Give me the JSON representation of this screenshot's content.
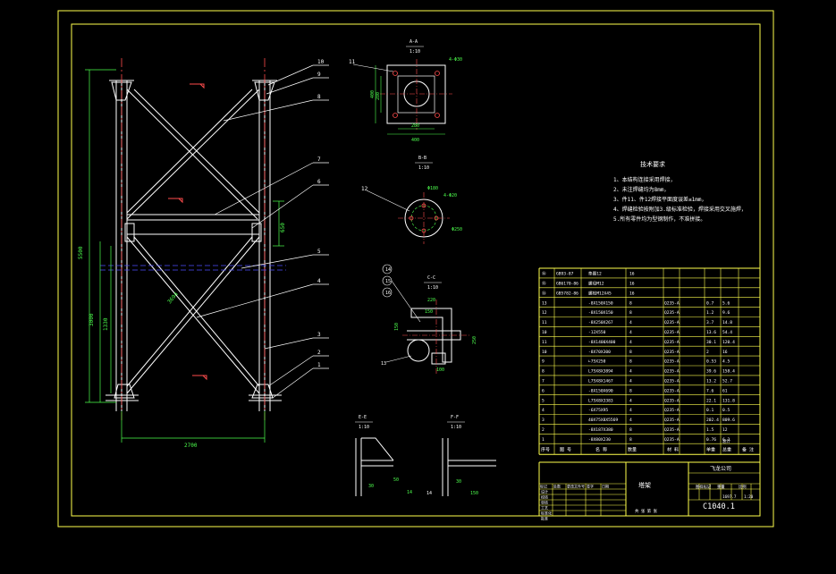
{
  "drawing": {
    "number": "C1040.1",
    "company": "飞龙公司",
    "part_name": "塔架",
    "scale": "1:20",
    "colors": {
      "background": "#000000",
      "frame": "#ffff4d",
      "geometry": "#ffffff",
      "dimensions": "#4dff4d",
      "leaders": "#ffffff",
      "centerline": "#ff4d4d",
      "hatch": "#4d4dff",
      "text": "#ffffff"
    }
  },
  "dimensions": {
    "main": {
      "total_height": "5500",
      "lower_height": "3000",
      "width": "2700",
      "side_1": "1330",
      "side_2": "650",
      "brace": "3694"
    },
    "aa": {
      "title": "A-A",
      "scale": "1:10",
      "w1": "280",
      "w2": "400",
      "h1": "280",
      "h2": "400",
      "hole": "4-Φ30"
    },
    "bb": {
      "title": "B-B",
      "scale": "1:10",
      "d1": "Φ180",
      "d2": "Φ250",
      "holes": "4-Φ20"
    },
    "cc": {
      "title": "C-C",
      "scale": "1:10",
      "a": "220",
      "b": "150",
      "c": "100",
      "d": "250",
      "e": "150"
    },
    "ee": {
      "title": "E-E",
      "scale": "1:10",
      "a": "30",
      "b": "14",
      "c": "50"
    },
    "ff": {
      "title": "F-F",
      "scale": "1:10",
      "a": "30",
      "b": "150"
    }
  },
  "notes": {
    "title": "技术要求",
    "items": [
      "1、本结构连接采用焊接，",
      "2、未注焊缝均为8mm，",
      "3、件11、件12焊接平面度误差≤1mm，",
      "4、焊缝检验按附加3.级标准检验，焊接采用交叉施焊，",
      "5.所有零件均为型钢制作，不准拼接。"
    ]
  },
  "balloons": [
    "10",
    "9",
    "8",
    "7",
    "6",
    "5",
    "4",
    "3",
    "2",
    "1",
    "11",
    "12",
    "13",
    "14"
  ],
  "bom": {
    "headers": [
      "序号",
      "图 号",
      "名 称",
      "数量",
      "材 料",
      "单重",
      "总重",
      "备 注"
    ],
    "rows": [
      [
        "⑯",
        "GB93-87",
        "垫圈12",
        "16",
        "",
        "",
        "",
        ""
      ],
      [
        "⑮",
        "GB6170-86",
        "螺母M12",
        "16",
        "",
        "",
        "",
        ""
      ],
      [
        "⑭",
        "GB5782-86",
        "螺栓M12X45",
        "16",
        "",
        "",
        "",
        ""
      ],
      [
        "13",
        "",
        "-8X150X150",
        "8",
        "Q235-A",
        "0.7",
        "5.6",
        ""
      ],
      [
        "12",
        "",
        "-8X150X150",
        "8",
        "Q235-A",
        "1.2",
        "9.6",
        ""
      ],
      [
        "11",
        "",
        "-8X250X267",
        "4",
        "Q235-A",
        "3.7",
        "14.8",
        ""
      ],
      [
        "10",
        "",
        "-12X550",
        "4",
        "Q235-A",
        "13.6",
        "54.4",
        ""
      ],
      [
        "11",
        "",
        "-8X1400X400",
        "4",
        "Q235-A",
        "30.1",
        "120.4",
        ""
      ],
      [
        "10",
        "",
        "-8X70X300",
        "8",
        "Q235-A",
        "2",
        "16",
        ""
      ],
      [
        "9",
        "",
        "∟75X250",
        "8",
        "Q235-A",
        "0.53",
        "4.5",
        ""
      ],
      [
        "8",
        "",
        "L75X8X3894",
        "4",
        "Q235-A",
        "39.6",
        "158.4",
        ""
      ],
      [
        "7",
        "",
        "L75X8X1467",
        "4",
        "Q235-A",
        "13.2",
        "52.7",
        ""
      ],
      [
        "6",
        "",
        "-8X150X690",
        "8",
        "Q235-A",
        "7.6",
        "61",
        ""
      ],
      [
        "5",
        "",
        "L75X8X3383",
        "4",
        "Q235-A",
        "22.1",
        "131.8",
        ""
      ],
      [
        "4",
        "",
        "-6X75X95",
        "4",
        "Q235-A",
        "0.1",
        "0.5",
        ""
      ],
      [
        "3",
        "",
        "40X75X8X5569",
        "4",
        "Q235-A",
        "202.4",
        "809.6",
        ""
      ],
      [
        "2",
        "",
        "-8X187X380",
        "8",
        "Q235-A",
        "1.5",
        "12",
        ""
      ],
      [
        "1",
        "",
        "-8X80X230",
        "8",
        "Q235-A",
        "0.76",
        "6.2",
        ""
      ]
    ],
    "total_label": "总计"
  },
  "title_block": {
    "left_labels": [
      "标记",
      "处数",
      "更改文件号",
      "签字",
      "日期"
    ],
    "left_rows": [
      "设计",
      "校核",
      "审核",
      "工艺",
      "标准化",
      "批准"
    ],
    "right_labels": [
      "图样标记",
      "重量",
      "比例"
    ],
    "weight": "1697.7",
    "sheet_label": "共 张  第 张"
  }
}
